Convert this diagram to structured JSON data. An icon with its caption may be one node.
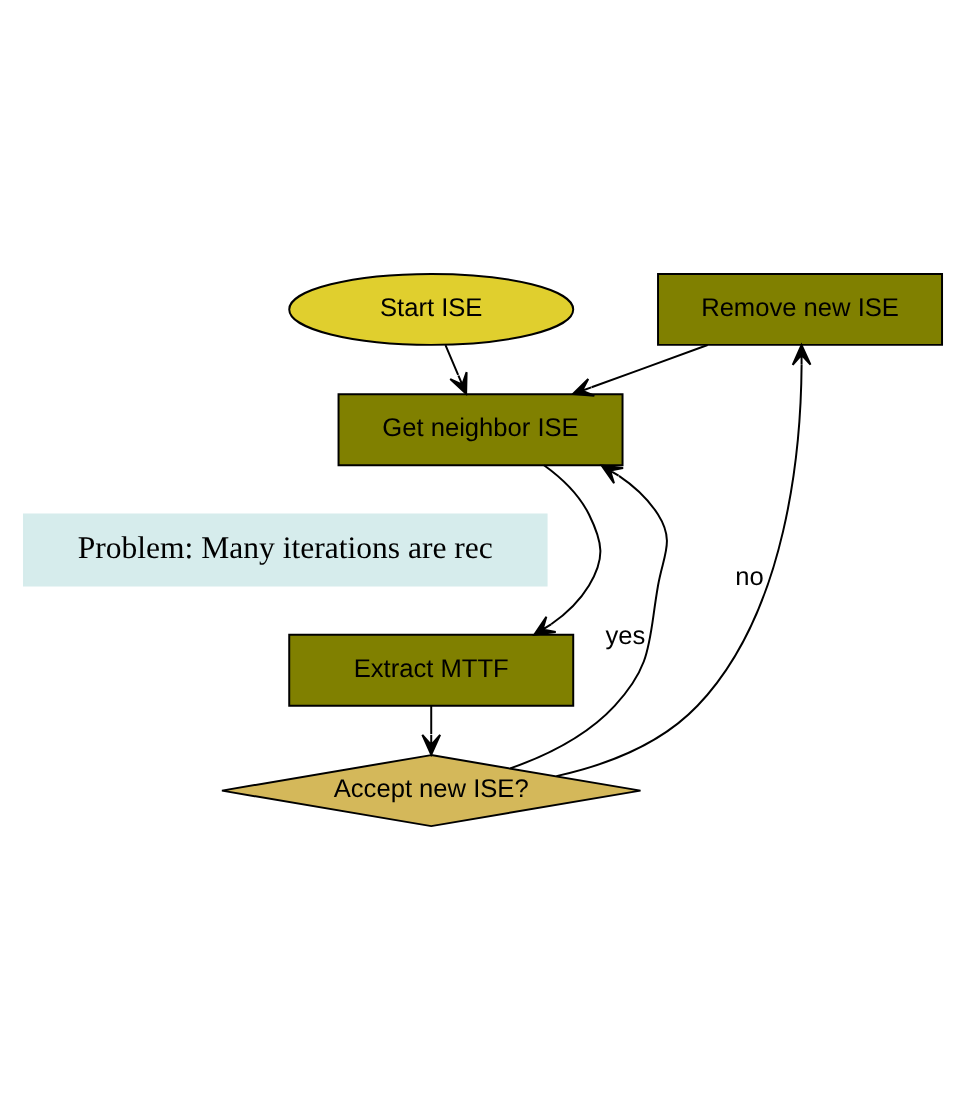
{
  "diagram": {
    "nodes": [
      {
        "text": [
          "Start ISE"
        ]
      },
      {
        "text": [
          "Remove new ISE"
        ]
      },
      {
        "text": [
          "Get neighbor ISE"
        ]
      },
      {
        "text": [
          "Problem: Many iterations are rec"
        ]
      },
      {
        "text": [
          "Extract MTTF"
        ]
      },
      {
        "text": [
          "Accept new ISE?"
        ]
      }
    ],
    "edges": [
      {
        "from": 0,
        "to": 2,
        "arrow": "to"
      },
      {
        "from": 1,
        "to": 2,
        "arrow": "to"
      },
      {
        "from": 5,
        "to": 2,
        "arrow": "to",
        "label": "yes"
      },
      {
        "from": 2,
        "to": 4,
        "arrow": "to"
      },
      {
        "from": 4,
        "to": 5,
        "arrow": "to"
      },
      {
        "from": 5,
        "to": 1,
        "arrow": "to",
        "label": "no"
      }
    ]
  }
}
